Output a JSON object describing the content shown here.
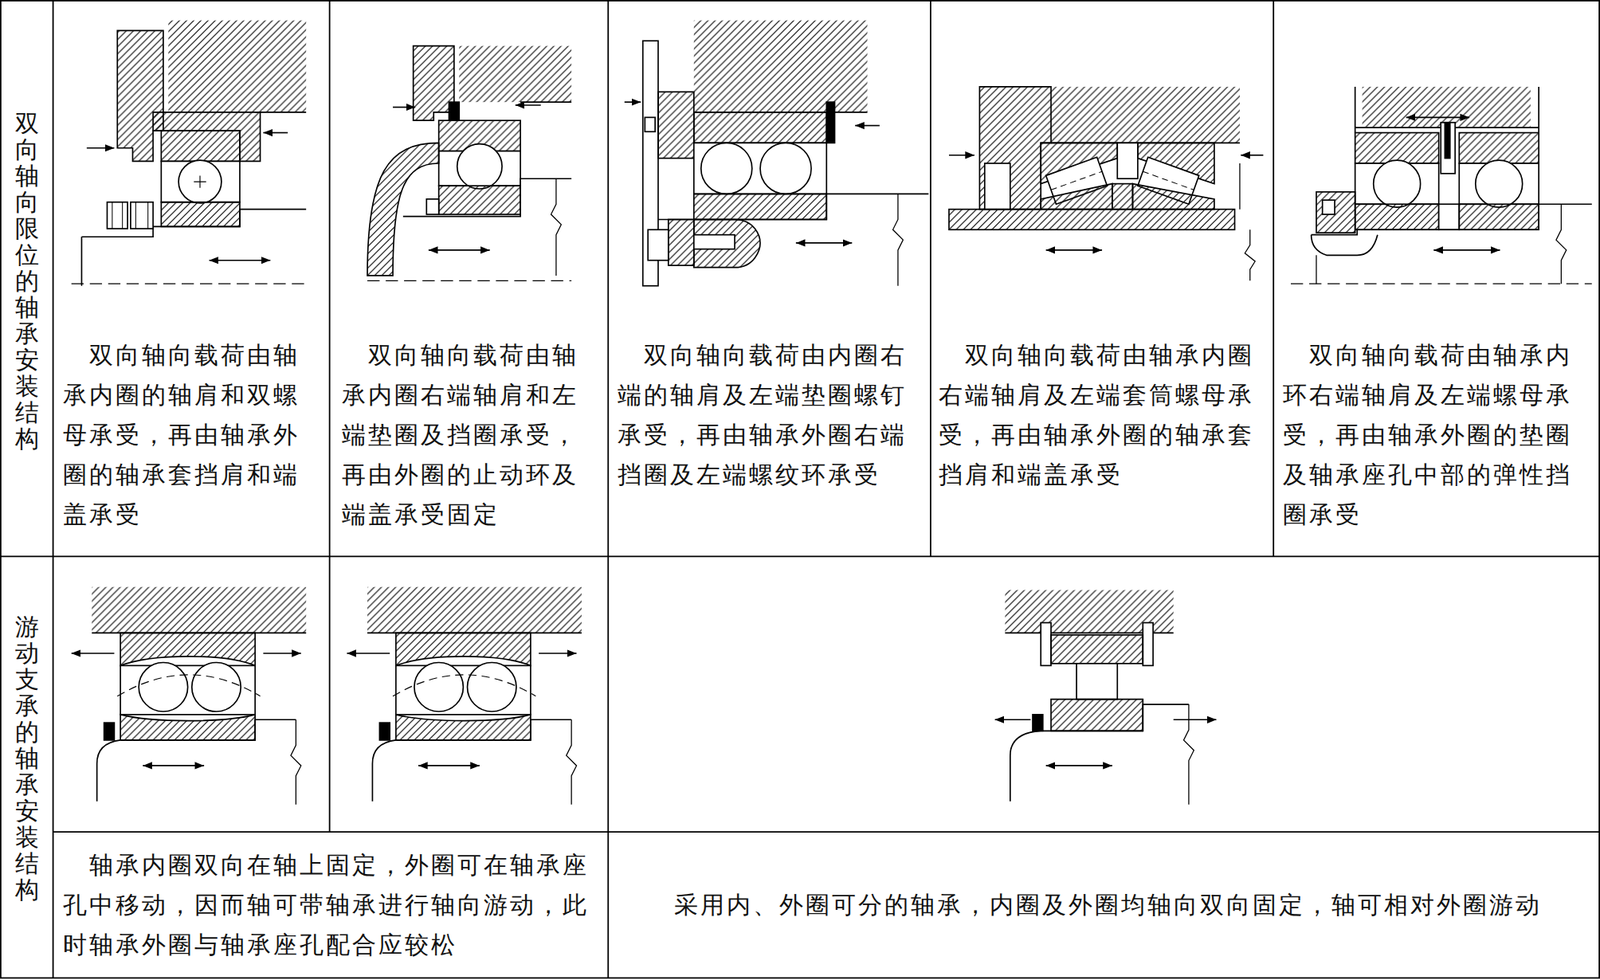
{
  "diagram": {
    "labels": [
      "双向轴向限位的轴承安装结构",
      "双向轴向载荷由轴承内圈的轴肩和双螺母承受，再由轴承外圈的轴承套挡肩和端盖承受",
      "双向轴向载荷由轴承内圈右端轴肩和左端垫圈及挡圈承受，再由外圈的止动环及端盖承受固定",
      "双向轴向载荷由内圈右端的轴肩及左端垫圈螺钉承受，再由轴承外圈右端挡圈及左端螺纹环承受",
      "双向轴向载荷由轴承内圈右端轴肩及左端套筒螺母承受，再由轴承外圈的轴承套挡肩和端盖承受",
      "双向轴向载荷由轴承内环右端轴肩及左端螺母承受，再由轴承外圈的垫圈及轴承座孔中部的弹性挡圈承受",
      "游动支承的轴承安装结构",
      "轴承内圈双向在轴上固定，外圈可在轴承座孔中移动，因而轴可带轴承进行轴向游动，此时轴承外圈与轴承座孔配合应较松",
      "采用内、外圈可分的轴承，内圈及外圈均轴向双向固定，轴可相对外圈游动"
    ]
  }
}
